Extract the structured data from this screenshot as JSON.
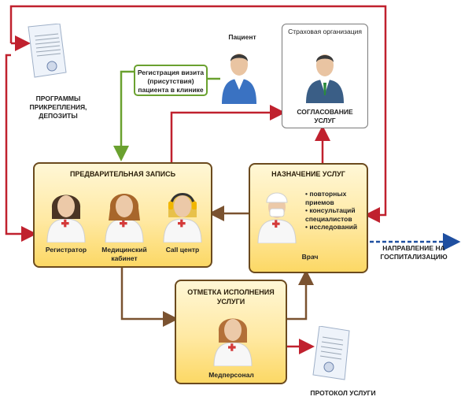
{
  "programs": {
    "label": "ПРОГРАММЫ ПРИКРЕПЛЕНИЯ, ДЕПОЗИТЫ"
  },
  "patient": {
    "label": "Пациент"
  },
  "registration": {
    "label": "Регистрация визита (присутствия) пациента в клинике"
  },
  "insurance": {
    "label": "Страховая организация",
    "approval": "СОГЛАСОВАНИЕ УСЛУГ"
  },
  "prebooking": {
    "title": "ПРЕДВАРИТЕЛЬНАЯ ЗАПИСЬ",
    "staff": [
      {
        "label": "Регистратор"
      },
      {
        "label": "Медицинский кабинет"
      },
      {
        "label": "Call центр"
      }
    ]
  },
  "services": {
    "title": "НАЗНАЧЕНИЕ УСЛУГ",
    "items": [
      "повторных приемов",
      "консультаций специалистов",
      "исследований"
    ],
    "doctor": "Врач"
  },
  "execution": {
    "title": "ОТМЕТКА ИСПОЛНЕНИЯ УСЛУГИ",
    "staff": "Медперсонал"
  },
  "referral": {
    "label": "НАПРАВЛЕНИЕ НА ГОСПИТАЛИЗАЦИЮ"
  },
  "protocol": {
    "label": "ПРОТОКОЛ УСЛУГИ"
  },
  "colors": {
    "red_arrow": "#c0212e",
    "brown_arrow": "#7a5230",
    "green_arrow": "#6aa12f",
    "blue_arrow": "#1f4fa0",
    "box_border": "#6b4a1e"
  }
}
